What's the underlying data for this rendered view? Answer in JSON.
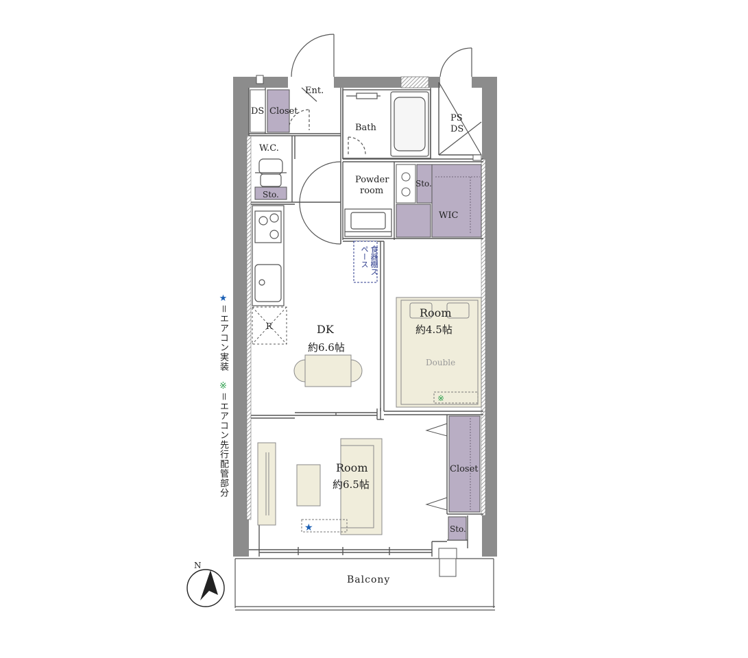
{
  "rooms": {
    "entrance": "Ent.",
    "ds_left": "DS",
    "closet_entry": "Closet",
    "bath": "Bath",
    "ps": "PS",
    "ds_right": "DS",
    "wc": "W.C.",
    "wc_storage": "Sto.",
    "powder_line1": "Powder",
    "powder_line2": "room",
    "powder_storage": "Sto.",
    "wic": "WIC",
    "cupboard_space": "食器棚スペース",
    "refrigerator": "R",
    "dk_name": "DK",
    "dk_size": "約6.6帖",
    "room1_name": "Room",
    "room1_size": "約4.5帖",
    "bed": "Double",
    "room2_name": "Room",
    "room2_size": "約6.5帖",
    "closet_room": "Closet",
    "closet_storage": "Sto.",
    "balcony": "Balcony"
  },
  "compass": {
    "north": "N"
  },
  "legend": {
    "star_symbol": "★",
    "star_text": "＝エアコン実装",
    "kome_symbol": "※",
    "kome_text": "＝エアコン先行配管部分"
  },
  "colors": {
    "wall": "#8c8c8c",
    "storage": "#b9aec4",
    "furniture": "#f0eddb",
    "star": "#1a5fb4",
    "kome": "#2a9d4a",
    "cupboard": "#2b3a8c"
  }
}
